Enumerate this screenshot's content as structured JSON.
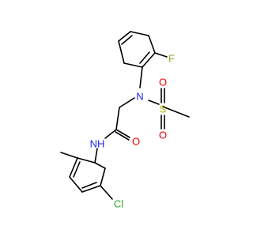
{
  "molecule": {
    "atoms": {
      "N_sulfonamide": {
        "text": "N",
        "color": "#2222ee"
      },
      "N_amide": {
        "text": "NH",
        "color": "#2222ee"
      },
      "S": {
        "text": "S",
        "color": "#b8b800"
      },
      "O_sulfonyl_1": {
        "text": "O",
        "color": "#ee0000"
      },
      "O_sulfonyl_2": {
        "text": "O",
        "color": "#ee0000"
      },
      "O_carbonyl": {
        "text": "O",
        "color": "#ee0000"
      },
      "F": {
        "text": "F",
        "color": "#88aa22"
      },
      "Cl": {
        "text": "Cl",
        "color": "#22aa22"
      }
    }
  }
}
